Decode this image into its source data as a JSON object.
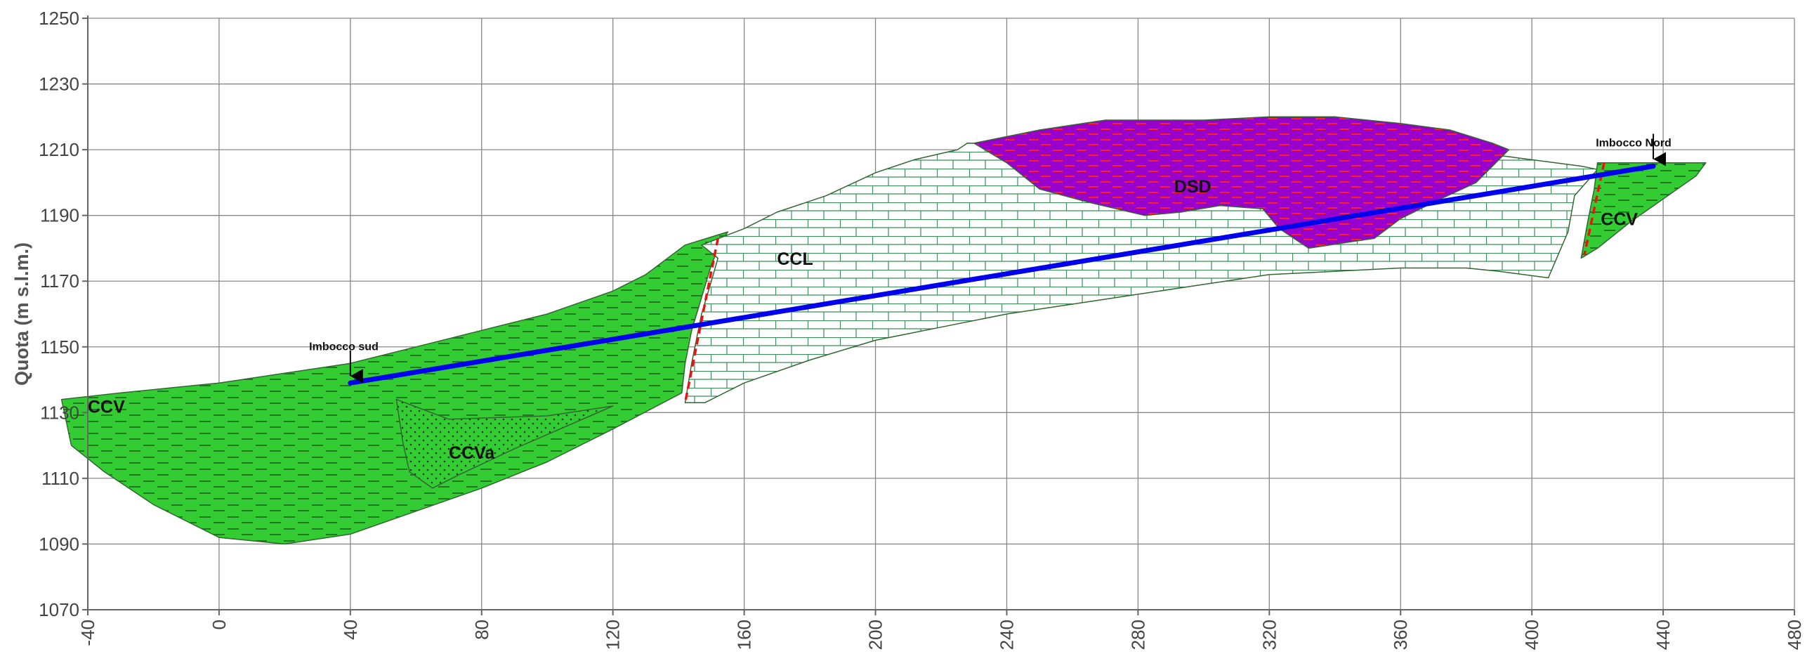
{
  "chart_data": {
    "type": "geological_cross_section",
    "ylabel": "Quota (m s.l.m.)",
    "xlim": [
      -40,
      480
    ],
    "ylim": [
      1070,
      1250
    ],
    "x_ticks": [
      "-40",
      "0",
      "40",
      "80",
      "120",
      "160",
      "200",
      "240",
      "280",
      "320",
      "360",
      "400",
      "440",
      "480"
    ],
    "y_ticks": [
      "1070",
      "1090",
      "1110",
      "1130",
      "1150",
      "1170",
      "1190",
      "1210",
      "1230",
      "1250"
    ],
    "grid": true,
    "units": [
      {
        "code": "CCV",
        "label": "CCV",
        "label_at": [
          -40,
          1130
        ],
        "color": "#33cc33",
        "pattern": "dashes",
        "outline": [
          [
            -48,
            1134
          ],
          [
            -30,
            1136
          ],
          [
            -20,
            1137
          ],
          [
            0,
            1139
          ],
          [
            20,
            1142
          ],
          [
            40,
            1145
          ],
          [
            60,
            1150
          ],
          [
            80,
            1155
          ],
          [
            100,
            1160
          ],
          [
            120,
            1167
          ],
          [
            130,
            1172
          ],
          [
            142,
            1181
          ],
          [
            155,
            1185
          ],
          [
            153,
            1182
          ],
          [
            150,
            1175
          ],
          [
            147,
            1165
          ],
          [
            144,
            1155
          ],
          [
            142,
            1145
          ],
          [
            141,
            1136
          ],
          [
            120,
            1125
          ],
          [
            100,
            1115
          ],
          [
            80,
            1107
          ],
          [
            60,
            1100
          ],
          [
            40,
            1093
          ],
          [
            20,
            1090
          ],
          [
            0,
            1092
          ],
          [
            -20,
            1102
          ],
          [
            -35,
            1112
          ],
          [
            -45,
            1120
          ]
        ]
      },
      {
        "code": "CCVa",
        "label": "CCVa",
        "label_at": [
          70,
          1116
        ],
        "color": "#33cc33",
        "pattern": "dots",
        "outline": [
          [
            54,
            1134
          ],
          [
            70,
            1128
          ],
          [
            100,
            1129
          ],
          [
            120,
            1132
          ],
          [
            90,
            1119
          ],
          [
            73,
            1111
          ],
          [
            65,
            1107
          ],
          [
            58,
            1112
          ],
          [
            56,
            1121
          ]
        ]
      },
      {
        "code": "CCL",
        "label": "CCL",
        "label_at": [
          170,
          1175
        ],
        "color": "#ffffff",
        "pattern": "bricks",
        "outline": [
          [
            147,
            1181
          ],
          [
            160,
            1186
          ],
          [
            170,
            1191
          ],
          [
            185,
            1196
          ],
          [
            200,
            1203
          ],
          [
            212,
            1207
          ],
          [
            225,
            1210
          ],
          [
            228,
            1212
          ],
          [
            360,
            1210
          ],
          [
            392,
            1208
          ],
          [
            415,
            1205
          ],
          [
            420,
            1204
          ],
          [
            413,
            1196
          ],
          [
            411,
            1185
          ],
          [
            405,
            1171
          ],
          [
            390,
            1173
          ],
          [
            380,
            1174
          ],
          [
            360,
            1174
          ],
          [
            340,
            1173
          ],
          [
            320,
            1172
          ],
          [
            300,
            1169
          ],
          [
            280,
            1166
          ],
          [
            260,
            1163
          ],
          [
            240,
            1160
          ],
          [
            220,
            1156
          ],
          [
            200,
            1152
          ],
          [
            180,
            1146
          ],
          [
            160,
            1139
          ],
          [
            148,
            1133
          ],
          [
            142,
            1133
          ],
          [
            144,
            1145
          ],
          [
            147,
            1160
          ],
          [
            150,
            1170
          ],
          [
            152,
            1177
          ]
        ]
      },
      {
        "code": "DSD",
        "label": "DSD",
        "label_at": [
          291,
          1197
        ],
        "color": "#9900cc",
        "pattern": "red_dashes",
        "outline": [
          [
            230,
            1212
          ],
          [
            250,
            1216
          ],
          [
            270,
            1219
          ],
          [
            300,
            1219
          ],
          [
            320,
            1220
          ],
          [
            340,
            1220
          ],
          [
            360,
            1218
          ],
          [
            375,
            1216
          ],
          [
            388,
            1212
          ],
          [
            393,
            1210
          ],
          [
            383,
            1200
          ],
          [
            370,
            1194
          ],
          [
            360,
            1189
          ],
          [
            352,
            1183
          ],
          [
            345,
            1182
          ],
          [
            332,
            1180
          ],
          [
            323,
            1186
          ],
          [
            318,
            1192
          ],
          [
            305,
            1193
          ],
          [
            293,
            1191
          ],
          [
            282,
            1190
          ],
          [
            265,
            1194
          ],
          [
            250,
            1198
          ],
          [
            240,
            1206
          ]
        ]
      },
      {
        "code": "CCV",
        "label": "CCV",
        "label_at": [
          421,
          1187
        ],
        "color": "#33cc33",
        "pattern": "dashes",
        "outline": [
          [
            420,
            1206
          ],
          [
            440,
            1206
          ],
          [
            453,
            1206
          ],
          [
            450,
            1202
          ],
          [
            440,
            1195
          ],
          [
            430,
            1188
          ],
          [
            420,
            1180
          ],
          [
            415,
            1177
          ],
          [
            417,
            1188
          ],
          [
            419,
            1198
          ]
        ]
      }
    ],
    "tunnel": {
      "color": "#0000ee",
      "from": [
        40,
        1139
      ],
      "to": [
        437,
        1205
      ]
    },
    "faults": [
      {
        "color": "#ee1111",
        "from": [
          152,
          1183
        ],
        "to": [
          142,
          1133
        ]
      },
      {
        "color": "#ee1111",
        "from": [
          422,
          1206
        ],
        "to": [
          416,
          1178
        ]
      }
    ],
    "portals": [
      {
        "label": "Imbocco sud",
        "x": 40,
        "y": 1139,
        "label_at": [
          38,
          1149
        ]
      },
      {
        "label": "Imbocco Nord",
        "x": 437,
        "y": 1205,
        "label_at": [
          431,
          1211
        ]
      }
    ],
    "colors": {
      "background": "#ffffff",
      "grid": "#888888",
      "outline": "#336633",
      "brick_line": "#3d8b5a"
    }
  }
}
